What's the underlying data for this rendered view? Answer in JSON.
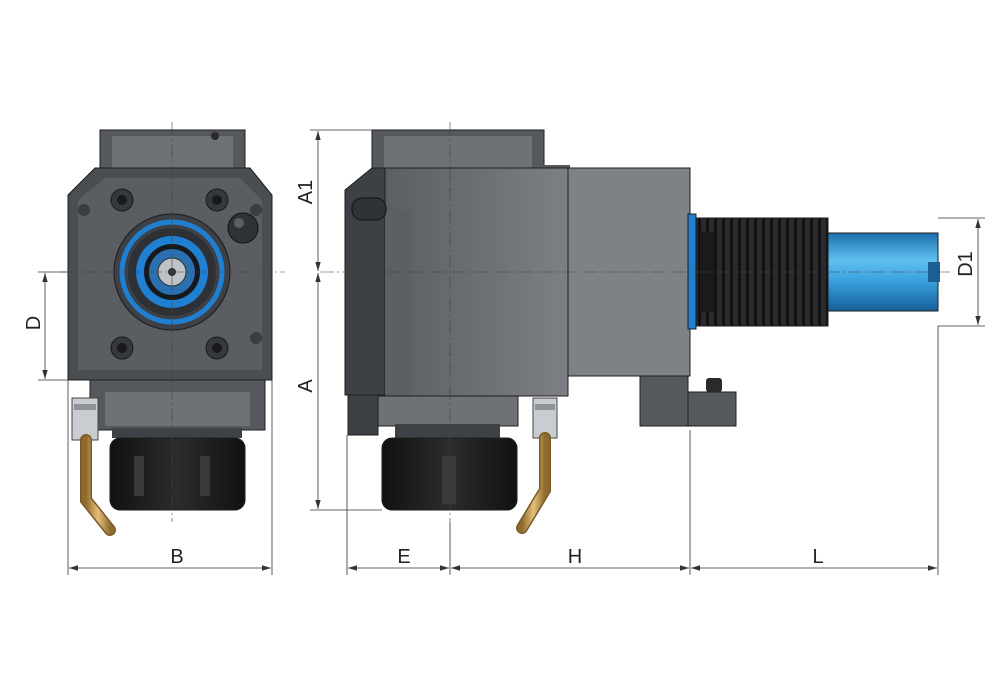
{
  "dimensions": {
    "A1": "A1",
    "A": "A",
    "D": "D",
    "D1": "D1",
    "B": "B",
    "E": "E",
    "H": "H",
    "L": "L"
  },
  "colors": {
    "body_dark": "#4a4d52",
    "body_mid": "#6e7176",
    "body_light": "#8a8d92",
    "ring_blue": "#1f7fd0",
    "shank_blue": "#3aa3e0",
    "coolant_copper": "#c9a05a",
    "black_nut": "#1c1c1e"
  }
}
